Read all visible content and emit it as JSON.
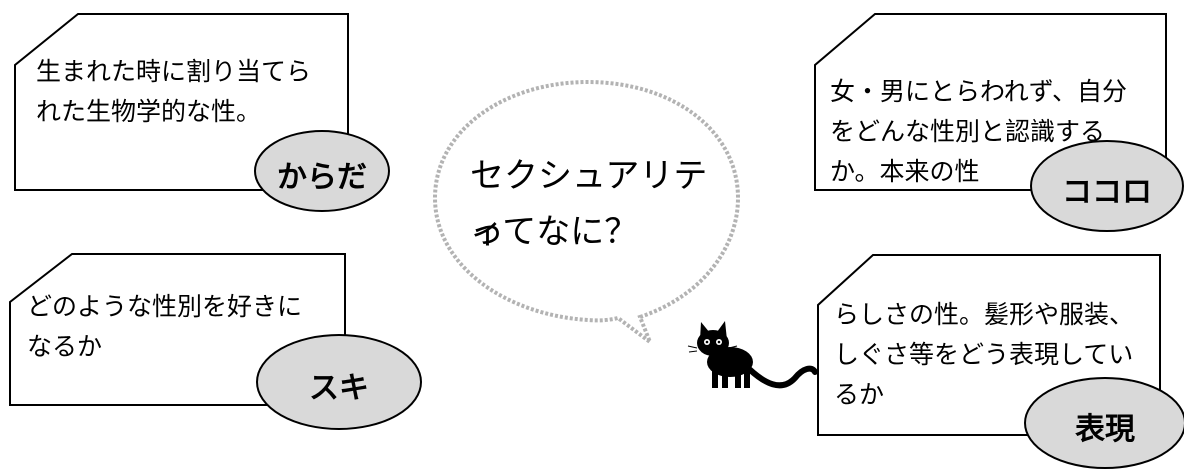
{
  "center_bubble": {
    "title_line1": "セクシュアリティ",
    "title_line2": "ってなに？"
  },
  "cards": {
    "body": {
      "label": "からだ",
      "description": "生まれた時に割り当てら\nれた生物学的な性。"
    },
    "mind": {
      "label": "ココロ",
      "description": "女・男にとらわれず、自分\nをどんな性別と認識する\nか。本来の性"
    },
    "attraction": {
      "label": "スキ",
      "description": "どのような性別を好きに\nなるか"
    },
    "expression": {
      "label": "表現",
      "description": "らしさの性。髪形や服装、\nしぐさ等をどう表現してい\nるか"
    }
  },
  "colors": {
    "label_fill": "#d9d9d9",
    "stroke": "#000000",
    "bubble_border": "#b3b3b3",
    "cat": "#000000"
  },
  "icons": {
    "mascot": "black-cat-icon"
  }
}
